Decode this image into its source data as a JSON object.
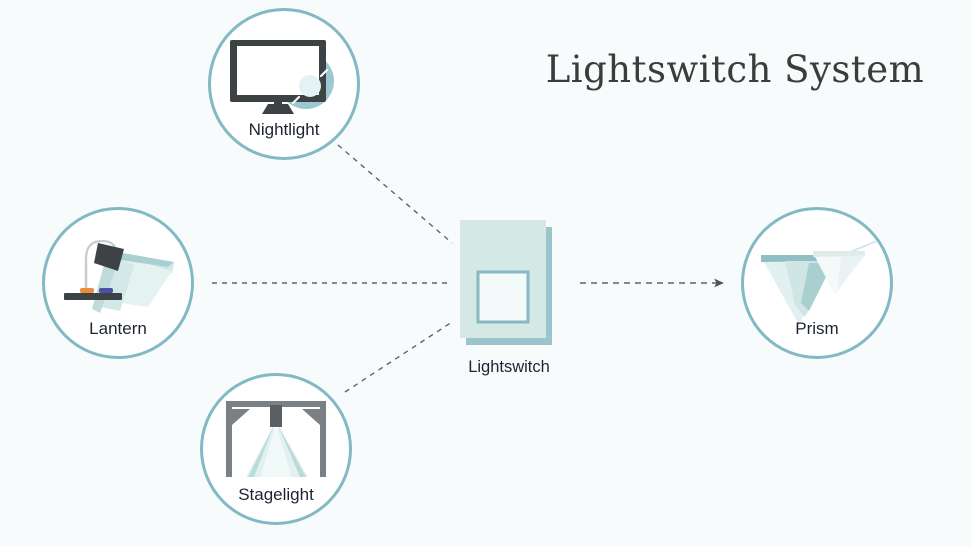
{
  "header": {
    "title": "Lightswitch System"
  },
  "theme": {
    "background": "#f7fbfc",
    "circle_fill": "#ffffff",
    "circle_stroke": "#82b9c2",
    "label_color": "#1d2430",
    "title_color": "#3c3c3c",
    "connector_color": "#5a6472",
    "switch_plate": "#d4e8e6",
    "switch_shadow": "#9bc4cc",
    "switch_rocker_fill": "#f2fafa",
    "switch_rocker_stroke": "#86b9c1",
    "light_beam": "#d9eeee",
    "glow_teal": "#9cc9d1",
    "dark_gray": "#3d4245",
    "mid_gray": "#7a8084",
    "accent_orange": "#ef8b3c",
    "accent_blue": "#4b4fa6"
  },
  "diagram": {
    "type": "hub-and-spoke",
    "center": {
      "name": "lightswitch",
      "label": "Lightswitch",
      "icon": "light-switch-plate-icon"
    },
    "inputs": [
      {
        "name": "nightlight",
        "label": "Nightlight",
        "icon": "monitor-nightlight-icon",
        "connector": "dashed-line-no-arrow"
      },
      {
        "name": "lantern",
        "label": "Lantern",
        "icon": "desk-lamp-icon",
        "connector": "dashed-line-no-arrow"
      },
      {
        "name": "stagelight",
        "label": "Stagelight",
        "icon": "stage-truss-spotlight-icon",
        "connector": "dashed-line-no-arrow"
      }
    ],
    "outputs": [
      {
        "name": "prism",
        "label": "Prism",
        "icon": "prism-triangles-icon",
        "connector": "dashed-line-with-arrow"
      }
    ]
  }
}
